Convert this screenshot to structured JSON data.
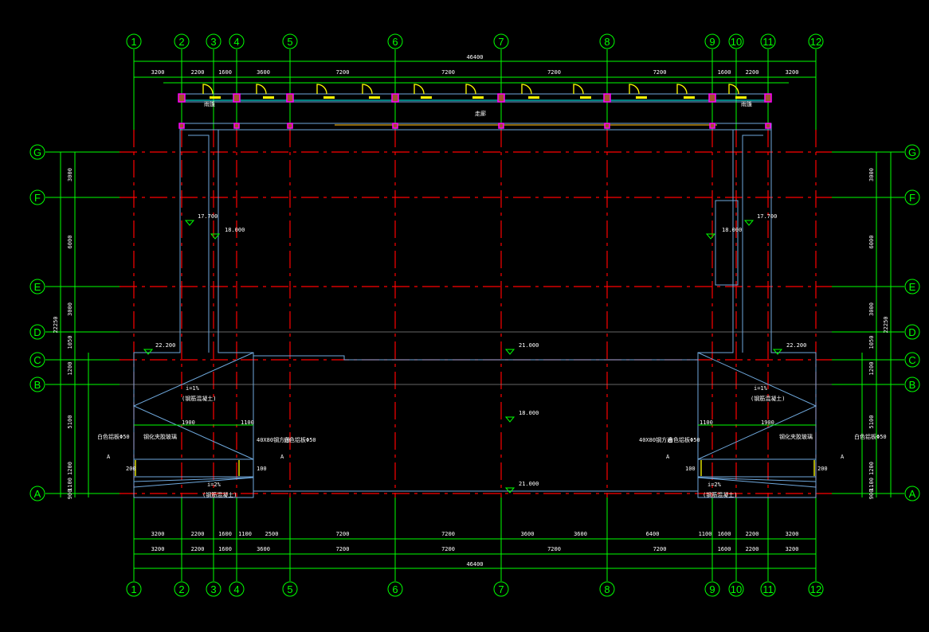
{
  "columns": [
    "1",
    "2",
    "3",
    "4",
    "5",
    "6",
    "7",
    "8",
    "9",
    "10",
    "11",
    "12"
  ],
  "rows": [
    "G",
    "F",
    "E",
    "D",
    "C",
    "B",
    "A"
  ],
  "top_dims": {
    "total": "46400",
    "spans": [
      "3200",
      "2200",
      "1600",
      "3600",
      "7200",
      "7200",
      "7200",
      "7200",
      "1600",
      "2200",
      "3200"
    ]
  },
  "bottom_dims": {
    "detail": [
      "3200",
      "2200",
      "1600",
      "1100",
      "2500",
      "7200",
      "7200",
      "3600",
      "3600",
      "6400",
      "1100",
      "1600",
      "2200",
      "3200"
    ],
    "spans": [
      "3200",
      "2200",
      "1600",
      "3600",
      "7200",
      "7200",
      "7200",
      "7200",
      "1600",
      "2200",
      "3200"
    ],
    "total": "46400"
  },
  "side_dims": {
    "left": [
      "3000",
      "6000",
      "3000",
      "1050",
      "1200",
      "5100",
      "1200",
      "1100",
      "900"
    ],
    "left_total": "22250",
    "right": [
      "3000",
      "6000",
      "3000",
      "1050",
      "1200",
      "5100",
      "1200",
      "1100",
      "900"
    ],
    "right_total": "22250"
  },
  "levels": {
    "l_17700": "17.700",
    "l_18000": "18.000",
    "r_18000": "18.000",
    "r_17700": "17.700",
    "l_22200": "22.200",
    "r_22200": "22.200",
    "c_21000_top": "21.000",
    "c_18000": "18.000",
    "c_21000_bot": "21.000"
  },
  "notes": {
    "slope": "i=1%",
    "roof_note": "(钢筋混凝土)",
    "corridor": "走廊",
    "canopy": "雨篷",
    "white_panel": "白色铝板Φ50",
    "steel_glass": "钢化夹胶玻璃",
    "wall_note": "40X80钢方通",
    "section": "A",
    "d1900": "1900",
    "d1100": "1100",
    "d1200": "1200",
    "d200": "200",
    "d100": "100",
    "i2": "i=2%"
  }
}
